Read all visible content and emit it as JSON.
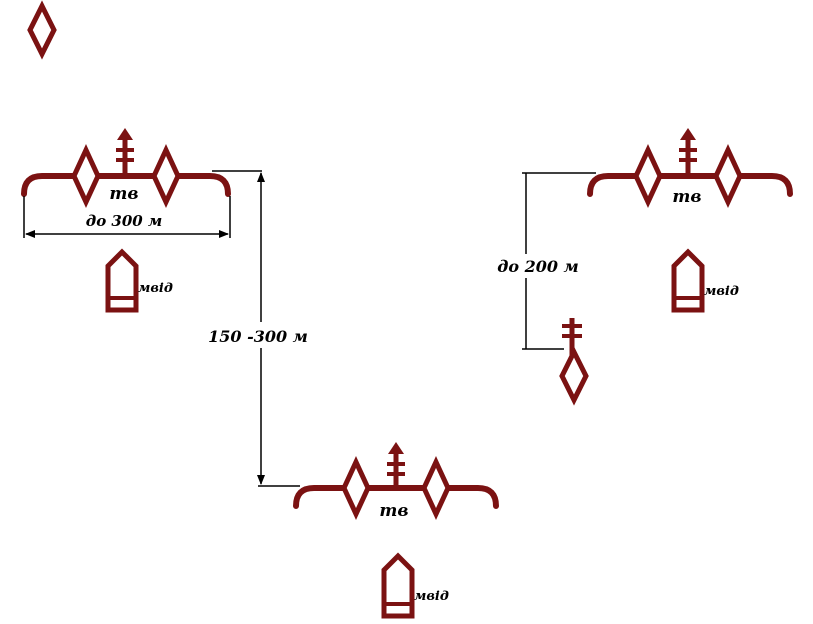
{
  "colors": {
    "symbol": "#7b1212",
    "line": "#000000"
  },
  "legend_icon": "diamond-observation-post-icon",
  "units": [
    {
      "unit_label": "тв",
      "subunit_label": "мвід"
    },
    {
      "unit_label": "тв",
      "subunit_label": "мвід"
    },
    {
      "unit_label": "тв",
      "subunit_label": "мвід"
    }
  ],
  "dimensions": {
    "front_width": "до 300 м",
    "depth_between": "150 -300 м",
    "post_distance": "до 200 м"
  }
}
